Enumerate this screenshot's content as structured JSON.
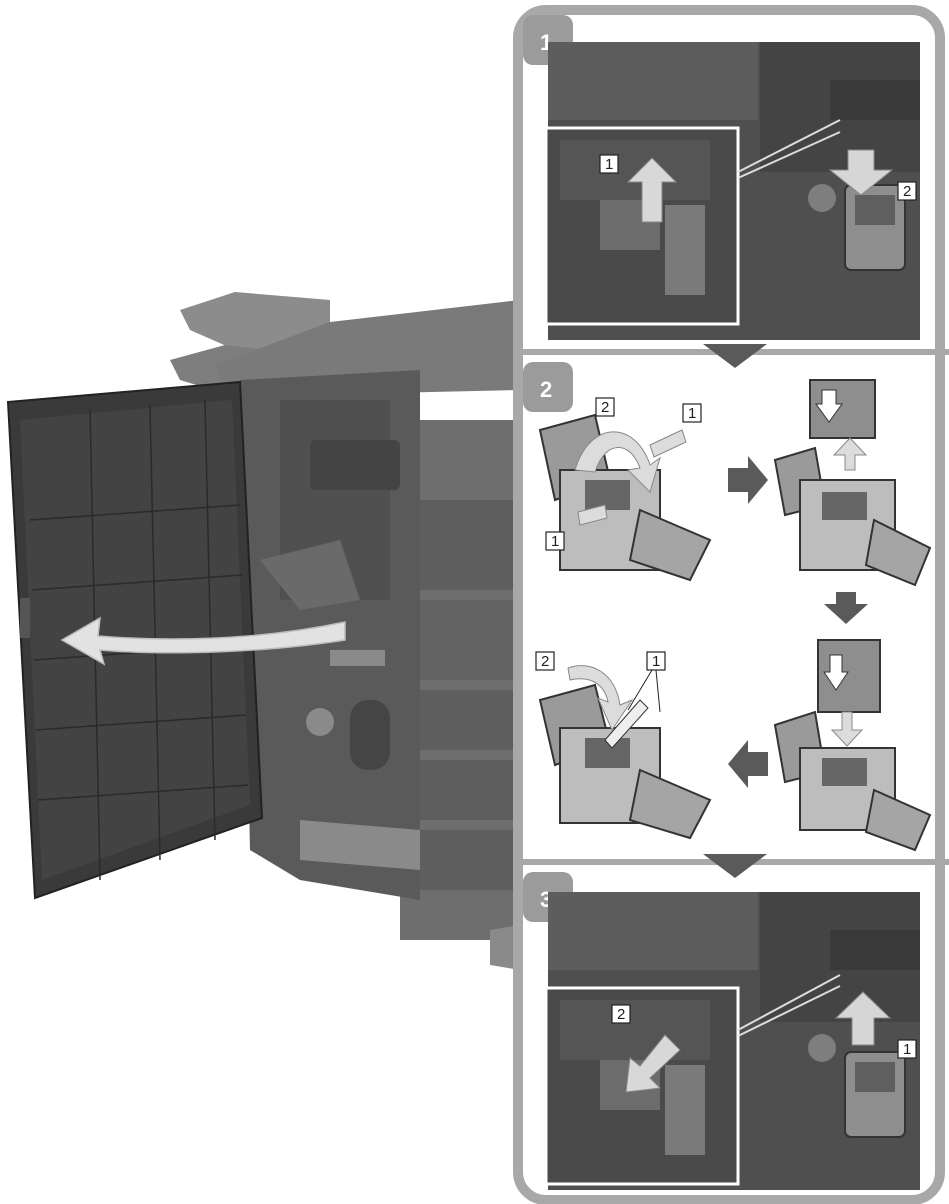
{
  "steps": [
    {
      "number": "1",
      "callouts": [
        "1",
        "2"
      ]
    },
    {
      "number": "2",
      "callouts": [
        "2",
        "1",
        "1",
        "2",
        "1"
      ]
    },
    {
      "number": "3",
      "callouts": [
        "2",
        "1"
      ]
    }
  ],
  "colors": {
    "panel_border": "#a8a8a8",
    "panel_tab": "#9b9b9b",
    "machine_dark": "#4a4a4a",
    "machine_mid": "#6e6e6e",
    "machine_light": "#9a9a9a",
    "door": "#3c3c3c",
    "arrow": "#d8d8d8",
    "step_arrow": "#5a5a5a"
  }
}
